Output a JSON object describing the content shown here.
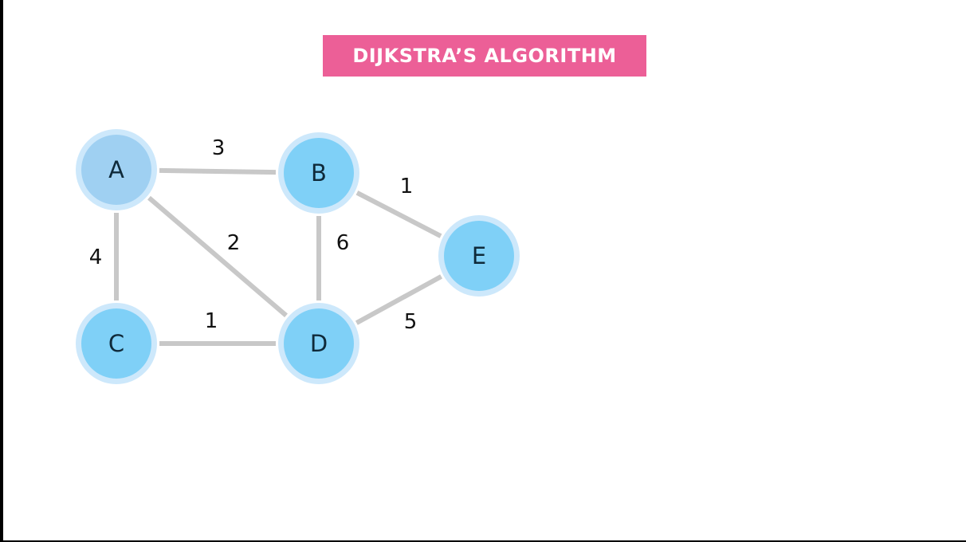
{
  "title": "DIJKSTRA’S ALGORITHM",
  "colors": {
    "banner": "#ec5f97",
    "node_fill": "#7fd0f7",
    "node_fill_start": "#9fd0f2",
    "node_ring": "#cde8fb",
    "edge": "#c8c8c8"
  },
  "nodes": [
    {
      "id": "A",
      "label": "A"
    },
    {
      "id": "B",
      "label": "B"
    },
    {
      "id": "C",
      "label": "C"
    },
    {
      "id": "D",
      "label": "D"
    },
    {
      "id": "E",
      "label": "E"
    }
  ],
  "edges": [
    {
      "from": "A",
      "to": "B",
      "weight": "3"
    },
    {
      "from": "A",
      "to": "C",
      "weight": "4"
    },
    {
      "from": "A",
      "to": "D",
      "weight": "2"
    },
    {
      "from": "B",
      "to": "D",
      "weight": "6"
    },
    {
      "from": "B",
      "to": "E",
      "weight": "1"
    },
    {
      "from": "C",
      "to": "D",
      "weight": "1"
    },
    {
      "from": "D",
      "to": "E",
      "weight": "5"
    }
  ]
}
